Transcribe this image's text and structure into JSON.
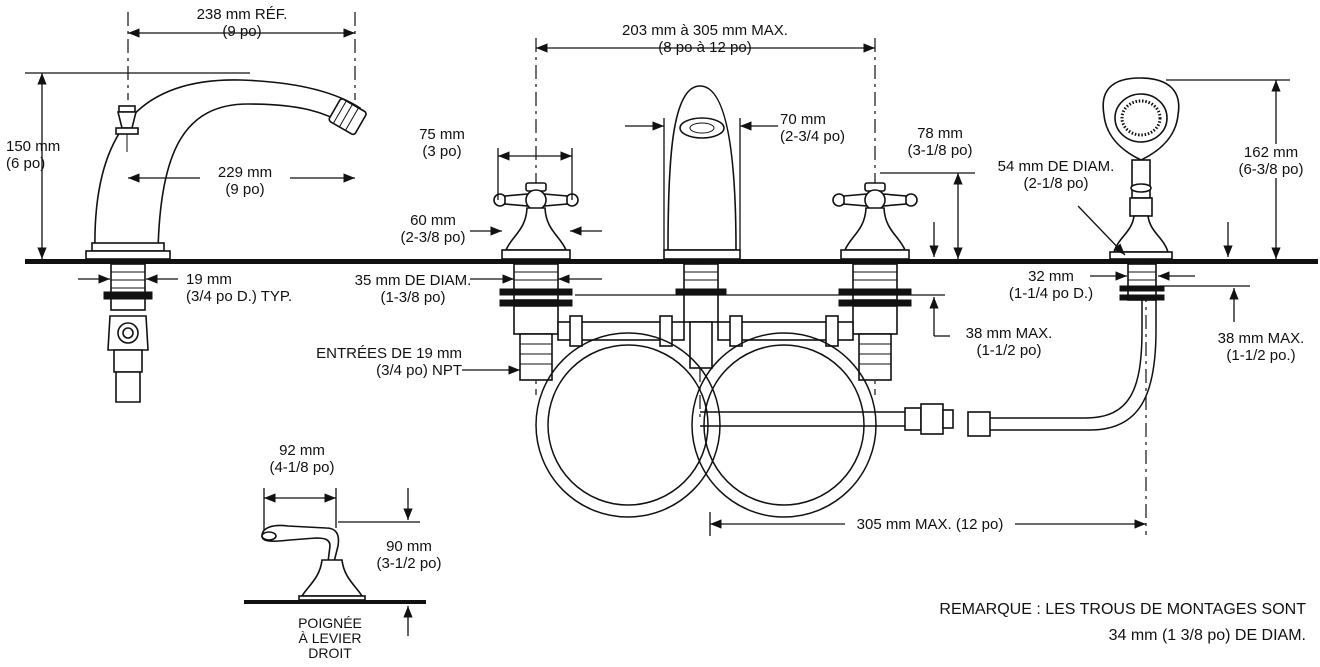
{
  "spout": {
    "width_ref": [
      "238 mm RÉF.",
      "(9 po)"
    ],
    "height": [
      "150 mm",
      "(6 po)"
    ],
    "reach": [
      "229 mm",
      "(9 po)"
    ],
    "shank": [
      "19 mm",
      "(3/4 po D.) TYP."
    ]
  },
  "centers": [
    "203 mm à 305 mm MAX.",
    "(8 po à 12 po)"
  ],
  "spout_width": [
    "70 mm",
    "(2-3/4 po)"
  ],
  "handle_width": [
    "75 mm",
    "(3 po)"
  ],
  "handle_height": [
    "78 mm",
    "(3-1/8 po)"
  ],
  "base_width": [
    "60 mm",
    "(2-3/8 po)"
  ],
  "shank_diam": [
    "35 mm DE DIAM.",
    "(1-3/8 po)"
  ],
  "deck_max_center": [
    "38 mm MAX.",
    "(1-1/2 po)"
  ],
  "inlets": [
    "ENTRÉES DE 19 mm",
    "(3/4 po) NPT"
  ],
  "handshower": {
    "base_diam": [
      "54 mm DE DIAM.",
      "(2-1/8 po)"
    ],
    "height": [
      "162 mm",
      "(6-3/8 po)"
    ],
    "shank": [
      "32 mm",
      "(1-1/4 po D.)"
    ],
    "deck_max": [
      "38 mm MAX.",
      "(1-1/2 po.)"
    ]
  },
  "hose_span": "305 mm MAX. (12 po)",
  "lever": {
    "width": [
      "92 mm",
      "(4-1/8 po)"
    ],
    "height": [
      "90 mm",
      "(3-1/2 po)"
    ],
    "caption": [
      "POIGNÉE",
      "À LEVIER",
      "DROIT"
    ]
  },
  "note": [
    "REMARQUE : LES TROUS DE MONTAGES SONT",
    "34 mm (1 3/8 po) DE DIAM."
  ]
}
